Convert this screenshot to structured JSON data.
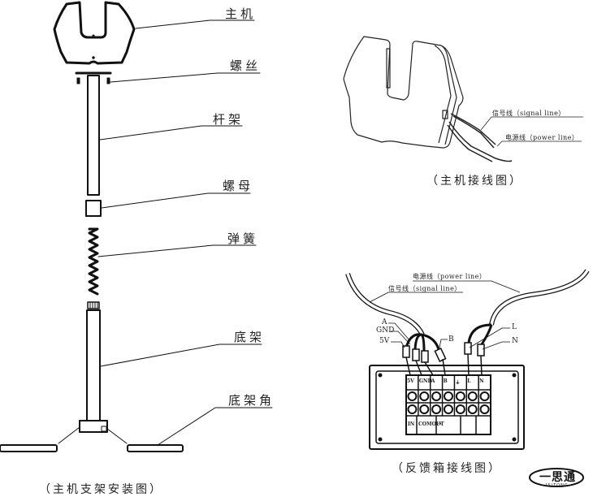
{
  "left_diagram": {
    "caption": "（主机支架安装图）",
    "parts": [
      {
        "id": "host",
        "label": "主机"
      },
      {
        "id": "screw",
        "label": "螺丝"
      },
      {
        "id": "pole",
        "label": "杆架"
      },
      {
        "id": "nut",
        "label": "螺母"
      },
      {
        "id": "spring",
        "label": "弹簧"
      },
      {
        "id": "base",
        "label": "底架"
      },
      {
        "id": "base-foot",
        "label": "底架角"
      }
    ]
  },
  "host_wiring": {
    "caption": "（主机接线图）",
    "signal_line": "信号线（signal line）",
    "power_line": "电源线（power line）"
  },
  "feedback_box": {
    "caption": "（反馈箱接线图）",
    "power_line": "电源线（power line）",
    "signal_line": "信号线（signal line）",
    "wire_labels": {
      "A": "A",
      "GND": "GND",
      "5V": "5V",
      "B": "B",
      "L": "L",
      "N": "N"
    },
    "terminal_top_labels": [
      "5V",
      "GND",
      "A",
      "B",
      "⏚",
      "L",
      "N"
    ],
    "terminal_bottom_labels": [
      "IN",
      "COMOUT",
      "⁄•",
      "",
      ""
    ]
  },
  "logo": {
    "main": "一思通",
    "sub": "ISITONG"
  }
}
